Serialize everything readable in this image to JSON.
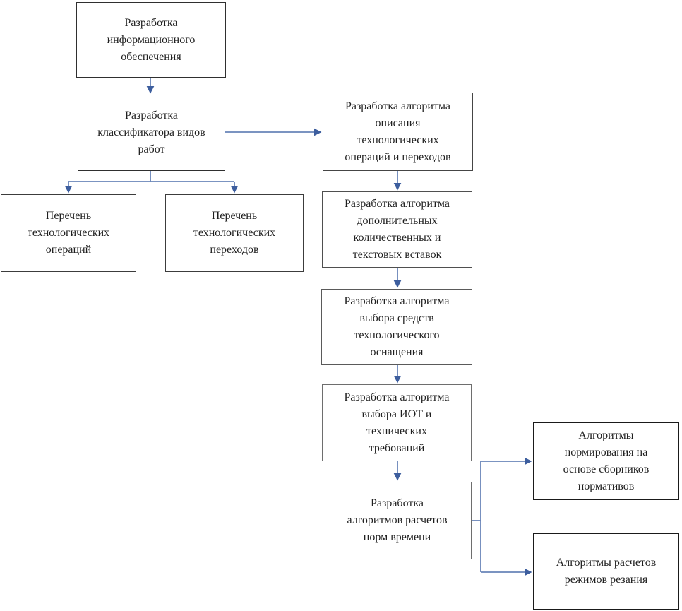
{
  "figure": {
    "type": "flowchart",
    "language": "ru",
    "colors": {
      "background": "#ffffff",
      "box_border": "#4a4a4a",
      "text": "#1f1f1f",
      "connector_line": "#6884b8",
      "arrowhead": "#3d5e9e"
    },
    "nodes": {
      "develop_info_support": {
        "label": "Разработка\nинформационного\nобеспечения"
      },
      "develop_work_classifier": {
        "label": "Разработка\nклассификатора видов\nработ"
      },
      "list_tech_operations": {
        "label": "Перечень\nтехнологических\nопераций"
      },
      "list_tech_transitions": {
        "label": "Перечень\nтехнологических\nпереходов"
      },
      "algo_description": {
        "label": "Разработка алгоритма\nописания\nтехнологических\nопераций и переходов"
      },
      "algo_inserts": {
        "label": "Разработка алгоритма\nдополнительных\nколичественных и\nтекстовых вставок"
      },
      "algo_tooling": {
        "label": "Разработка алгоритма\nвыбора средств\nтехнологического\nоснащения"
      },
      "algo_iot": {
        "label": "Разработка алгоритма\nвыбора ИОТ и\nтехнических\nтребований"
      },
      "algo_time_norms": {
        "label": "Разработка\nалгоритмов расчетов\nнорм времени"
      },
      "algo_norm_collections": {
        "label": "Алгоритмы\nнормирования на\nоснове сборников\nнормативов"
      },
      "algo_cutting_modes": {
        "label": "Алгоритмы расчетов\nрежимов резания"
      }
    },
    "edges": [
      {
        "from": "develop_info_support",
        "to": "develop_work_classifier"
      },
      {
        "from": "develop_work_classifier",
        "to": "algo_description"
      },
      {
        "from": "develop_work_classifier",
        "to": "list_tech_operations"
      },
      {
        "from": "develop_work_classifier",
        "to": "list_tech_transitions"
      },
      {
        "from": "algo_description",
        "to": "algo_inserts"
      },
      {
        "from": "algo_inserts",
        "to": "algo_tooling"
      },
      {
        "from": "algo_tooling",
        "to": "algo_iot"
      },
      {
        "from": "algo_iot",
        "to": "algo_time_norms"
      },
      {
        "from": "algo_time_norms",
        "to": "algo_norm_collections"
      },
      {
        "from": "algo_time_norms",
        "to": "algo_cutting_modes"
      }
    ]
  }
}
